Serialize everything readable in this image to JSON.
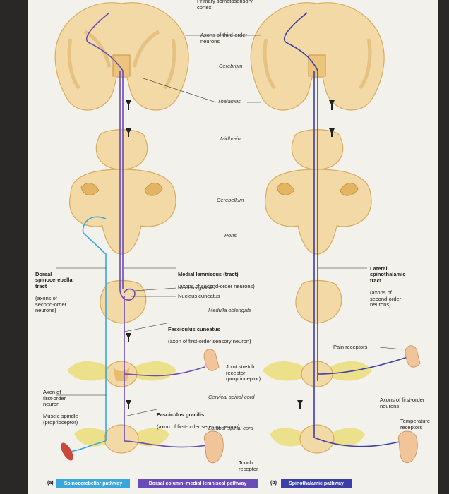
{
  "labels": {
    "primary_cortex": "Primary somatosensory\ncortex",
    "third_order": "Axons of third-order\nneurons",
    "cerebrum": "Cerebrum",
    "thalamus": "Thalamus",
    "midbrain": "Midbrain",
    "cerebellum": "Cerebellum",
    "pons": "Pons",
    "dorsal_spino_bold": "Dorsal\nspinocerebellar\ntract",
    "dorsal_spino_rest": "(axons of\nsecond-order\nneurons)",
    "medial_lemniscus_bold": "Medial lemniscus (tract)",
    "medial_lemniscus_rest": "(axons of second-order neurons)",
    "nucleus_gracilis": "Nucleus gracilis",
    "nucleus_cuneatus": "Nucleus cuneatus",
    "medulla": "Medulla oblongata",
    "fasc_cuneatus_bold": "Fasciculus cuneatus",
    "fasc_cuneatus_rest": "(axon of first-order sensory neuron)",
    "lateral_spino_bold": "Lateral\nspinothalamic\ntract",
    "lateral_spino_rest": "(axons of\nsecond-order\nneurons)",
    "pain_receptors": "Pain receptors",
    "joint_stretch": "Joint stretch\nreceptor\n(proprioceptor)",
    "cervical": "Cervical spinal cord",
    "axon_first_order": "Axon of\nfirst-order\nneuron",
    "muscle_spindle": "Muscle spindle\n(proprioceptor)",
    "fasc_gracilis_bold": "Fasciculus gracilis",
    "fasc_gracilis_rest": "(axon of first-order sensory neuron)",
    "lumbar": "Lumbar spinal cord",
    "axons_first_order_right": "Axons of first-order\nneurons",
    "temperature": "Temperature\nreceptors",
    "touch": "Touch\nreceptor"
  },
  "legend": {
    "a_key": "(a)",
    "spinocerebellar": "Spinocerebellar pathway",
    "dorsal_column": "Dorsal column–medial lemniscal pathway",
    "b_key": "(b)",
    "spinothalamic": "Spinothalamic pathway"
  },
  "colors": {
    "spinocerebellar": "#3aa6dc",
    "dorsal_column": "#6a4bb8",
    "spinothalamic": "#3d3fa8",
    "tissue": "#f1d9a4",
    "white_matter": "#e7c278",
    "spinal_nerve": "#e8d23a"
  }
}
